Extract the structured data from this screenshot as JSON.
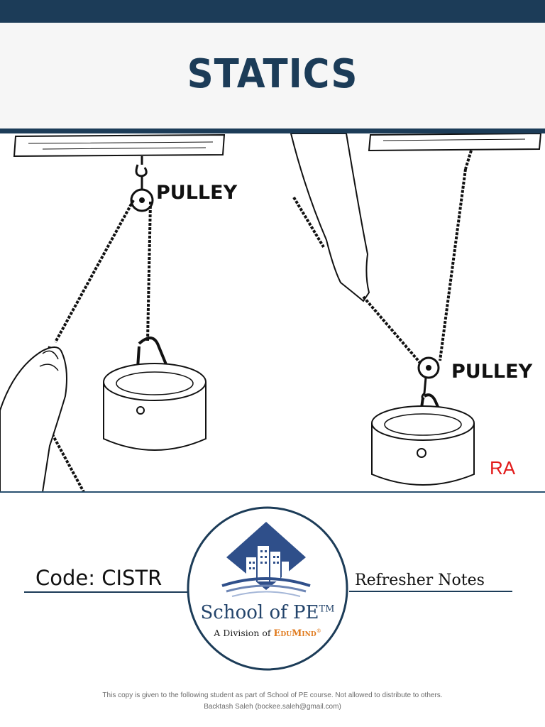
{
  "header": {
    "title": "STATICS"
  },
  "illustration": {
    "left_label": "PULLEY",
    "right_label": "PULLEY",
    "corner_mark": "RA"
  },
  "info": {
    "code": "Code: CISTR",
    "notes": "Refresher Notes"
  },
  "logo": {
    "name": "School of PE",
    "trademark": "TM",
    "division_prefix": "A Division of",
    "division_brand": "EduMind",
    "registered": "®"
  },
  "footer": {
    "line1": "This copy is given to the following student as part of School of PE course. Not allowed to distribute to others.",
    "line2": "Backtash Saleh (bockee.saleh@gmail.com)"
  },
  "colors": {
    "navy": "#1c3c58",
    "accent_red": "#e21b1b",
    "brand_orange": "#e07a1d"
  }
}
